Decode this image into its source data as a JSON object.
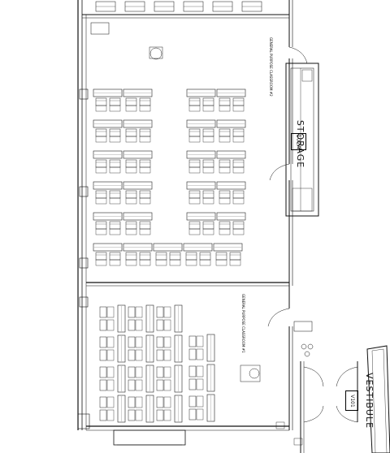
{
  "labels": {
    "storage": "STORAGE",
    "storage_number": "102A",
    "vestibule": "VESTIBULE",
    "vestibule_number": "V101",
    "classroom_2": "GENERAL PURPOSE CLASSROOM #2",
    "classroom_1": "GENERAL PURPOSE CLASSROOM #1"
  }
}
